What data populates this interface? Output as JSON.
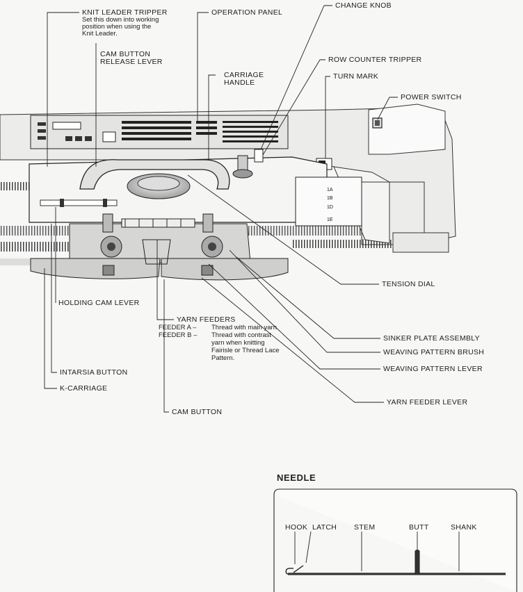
{
  "labels": {
    "knit_leader_tripper": "KNIT LEADER TRIPPER",
    "knit_leader_note_1": "Set this down into working",
    "knit_leader_note_2": "position when using the",
    "knit_leader_note_3": "Knit Leader.",
    "cam_button_release_1": "CAM BUTTON",
    "cam_button_release_2": "RELEASE LEVER",
    "carriage_handle_1": "CARRIAGE",
    "carriage_handle_2": "HANDLE",
    "operation_panel": "OPERATION PANEL",
    "change_knob": "CHANGE KNOB",
    "row_counter_tripper": "ROW COUNTER TRIPPER",
    "turn_mark": "TURN MARK",
    "power_switch": "POWER SWITCH",
    "tension_dial": "TENSION DIAL",
    "holding_cam_lever": "HOLDING CAM LEVER",
    "yarn_feeders": "YARN FEEDERS",
    "feeder_a": "FEEDER A –",
    "feeder_a_text": "Thread with main yarn",
    "feeder_b": "FEEDER B –",
    "feeder_b_text_1": "Thread with contrast",
    "feeder_b_text_2": "yarn when knitting",
    "feeder_b_text_3": "Fairisle or Thread Lace",
    "feeder_b_text_4": "Pattern.",
    "sinker_plate_assembly": "SINKER PLATE ASSEMBLY",
    "weaving_pattern_brush": "WEAVING PATTERN BRUSH",
    "weaving_pattern_lever": "WEAVING PATTERN LEVER",
    "intarsia_button": "INTARSIA BUTTON",
    "k_carriage": "K-CARRIAGE",
    "yarn_feeder_lever": "YARN FEEDER LEVER",
    "cam_button": "CAM BUTTON"
  },
  "needle": {
    "title": "NEEDLE",
    "hook": "HOOK",
    "latch": "LATCH",
    "stem": "STEM",
    "butt": "BUTT",
    "shank": "SHANK"
  },
  "dial": {
    "marks": [
      "1A",
      "1B",
      "1D",
      "1E"
    ]
  }
}
